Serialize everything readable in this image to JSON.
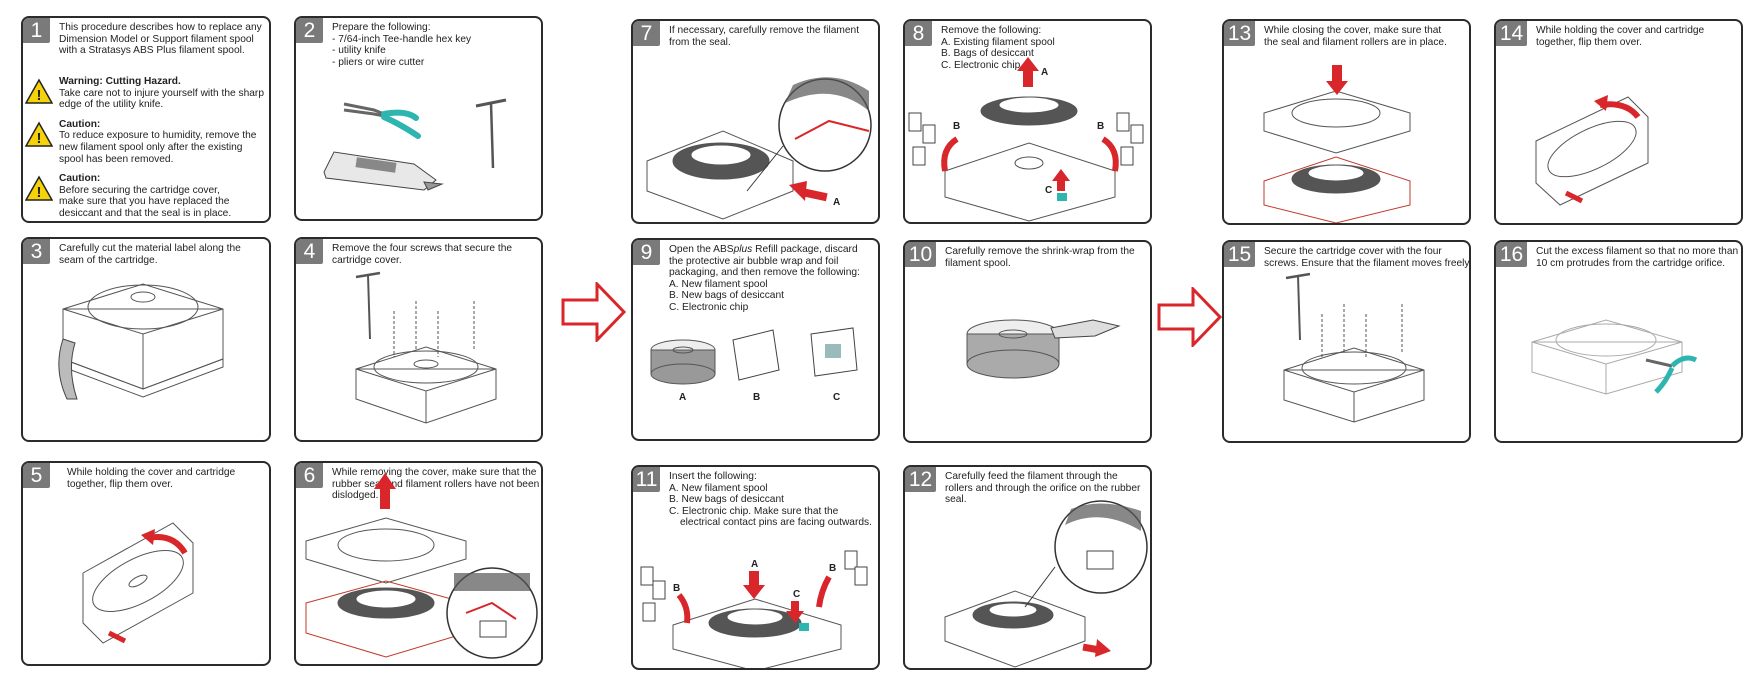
{
  "steps": [
    {
      "n": "1",
      "lines": [
        "This procedure describes how to replace any",
        "Dimension Model or Support filament spool",
        "with a Stratasys ABS Plus filament spool."
      ],
      "warnings": [
        {
          "title": "Warning: Cutting Hazard.",
          "lines": [
            "Take care not to injure yourself with the sharp",
            "edge of the utility knife."
          ]
        },
        {
          "title": "Caution:",
          "lines": [
            "To reduce exposure to humidity, remove the",
            "new filament spool only after the existing",
            "spool has been removed."
          ]
        },
        {
          "title": "Caution:",
          "lines": [
            "Before securing the cartridge cover,",
            "make sure that you have replaced the",
            "desiccant and that the seal is in place."
          ]
        }
      ]
    },
    {
      "n": "2",
      "lines": [
        "Prepare the following:",
        "- 7/64-inch Tee-handle hex key",
        "- utility knife",
        "- pliers or wire cutter"
      ]
    },
    {
      "n": "3",
      "lines": [
        "Carefully cut the material label along the",
        "seam of the cartridge."
      ]
    },
    {
      "n": "4",
      "lines": [
        "Remove the four screws that secure the",
        "cartridge cover."
      ]
    },
    {
      "n": "5",
      "lines": [
        "While holding the cover and cartridge",
        "together, flip them over."
      ]
    },
    {
      "n": "6",
      "lines": [
        "While removing the cover, make sure that the",
        "rubber seal and filament rollers have not been",
        "dislodged."
      ]
    },
    {
      "n": "7",
      "lines": [
        "If necessary, carefully remove the filament",
        "from the seal."
      ],
      "labels": [
        "A"
      ]
    },
    {
      "n": "8",
      "lines": [
        "Remove the following:",
        "A. Existing filament spool",
        "B. Bags of desiccant",
        "C. Electronic chip"
      ],
      "labels": [
        "A",
        "B",
        "B",
        "C"
      ]
    },
    {
      "n": "9",
      "lines": [
        "Open the ABS",
        "plus",
        " Refill package, discard",
        "the protective air bubble wrap and foil",
        "packaging, and then remove the following:",
        "A. New filament spool",
        "B. New bags of desiccant",
        "C. Electronic chip"
      ],
      "labels": [
        "A",
        "B",
        "C"
      ]
    },
    {
      "n": "10",
      "lines": [
        "Carefully remove the shrink-wrap from the",
        "filament spool."
      ]
    },
    {
      "n": "11",
      "lines": [
        "Insert the following:",
        "A. New filament spool",
        "B. New bags of desiccant",
        "C. Electronic chip. Make sure that the",
        "electrical contact pins are facing outwards."
      ],
      "labels": [
        "A",
        "B",
        "B",
        "C"
      ]
    },
    {
      "n": "12",
      "lines": [
        "Carefully feed the filament through the",
        "rollers and through the orifice on the rubber",
        "seal."
      ]
    },
    {
      "n": "13",
      "lines": [
        "While closing the cover, make sure that",
        "the seal and filament rollers are in place."
      ]
    },
    {
      "n": "14",
      "lines": [
        "While holding the cover and cartridge",
        "together, flip them over."
      ]
    },
    {
      "n": "15",
      "lines": [
        "Secure the cartridge cover with the four",
        "screws. Ensure that the filament moves freely."
      ]
    },
    {
      "n": "16",
      "lines": [
        "Cut the excess filament so that no more than",
        "10 cm protrudes from the cartridge orifice."
      ]
    }
  ],
  "colors": {
    "accent_red": "#d9262b",
    "number_bg": "#7a7a7a",
    "warning_yellow": "#f5d20a",
    "tool_teal": "#2fb5b0"
  }
}
